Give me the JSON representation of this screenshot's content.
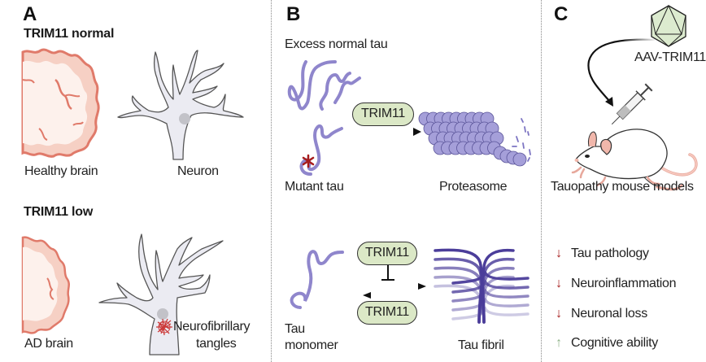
{
  "panels": {
    "A": {
      "letter": "A",
      "normal_heading": "TRIM11 normal",
      "low_heading": "TRIM11 low",
      "healthy_brain_label": "Healthy brain",
      "neuron_label": "Neuron",
      "ad_brain_label": "AD brain",
      "tangles_label_line1": "Neurofibrillary",
      "tangles_label_line2": "tangles"
    },
    "B": {
      "letter": "B",
      "excess_tau_label": "Excess normal tau",
      "mutant_tau_label": "Mutant tau",
      "trim11_degrade": "TRIM11",
      "proteasome_label": "Proteasome",
      "trim11_inhibit": "TRIM11",
      "trim11_reverse": "TRIM11",
      "tau_monomer_line1": "Tau",
      "tau_monomer_line2": "monomer",
      "tau_fibril_label": "Tau fibril"
    },
    "C": {
      "letter": "C",
      "aav_label": "AAV-TRIM11",
      "mouse_label": "Tauopathy mouse models",
      "effects": [
        {
          "direction": "down",
          "icon": "down-arrow-icon",
          "glyph": "↓",
          "text": "Tau pathology"
        },
        {
          "direction": "down",
          "icon": "down-arrow-icon",
          "glyph": "↓",
          "text": "Neuroinflammation"
        },
        {
          "direction": "down",
          "icon": "down-arrow-icon",
          "glyph": "↓",
          "text": "Neuronal loss"
        },
        {
          "direction": "up",
          "icon": "up-arrow-icon",
          "glyph": "↑",
          "text": "Cognitive ability"
        }
      ]
    }
  },
  "colors": {
    "brain_outer": "#e07a6a",
    "brain_fill": "#f6d0c4",
    "brain_inner": "#fdf1ec",
    "neuron_fill": "#ebebf2",
    "tau_purple": "#8f86cc",
    "fibril_purple": "#4b3d9a",
    "pill_green": "#dbe8c6",
    "down_red": "#a61c1c",
    "up_green": "#8fb38a",
    "tangle_red": "#cc3a3a"
  }
}
